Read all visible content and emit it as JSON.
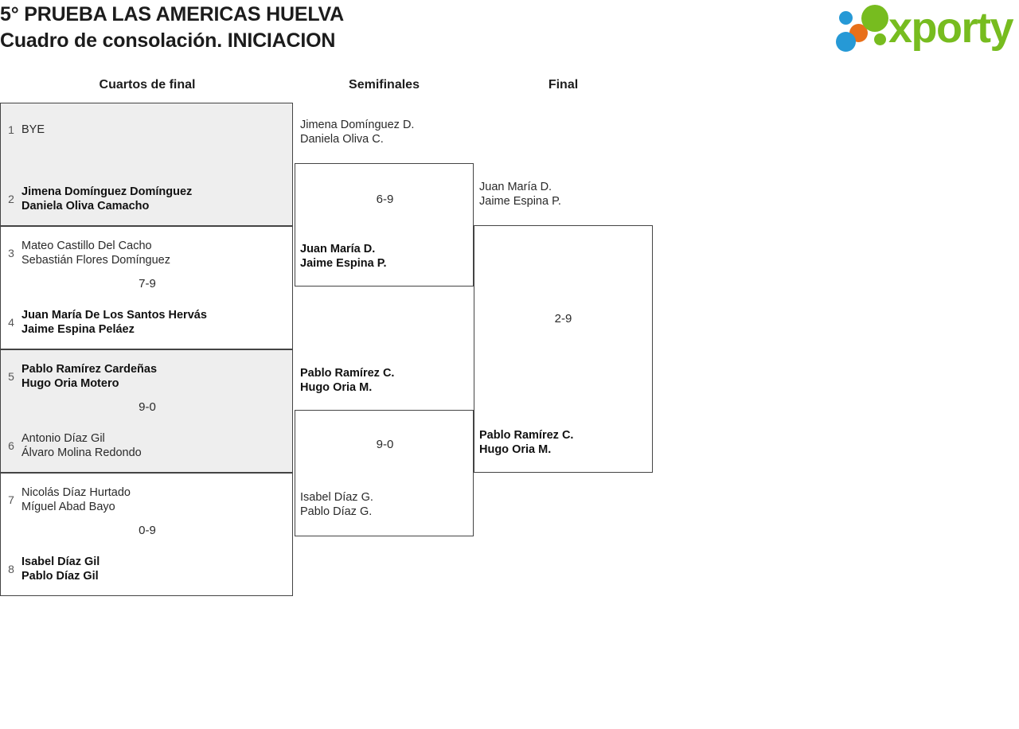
{
  "header": {
    "title": "5° PRUEBA LAS AMERICAS HUELVA\nCuadro de consolación. INICIACION",
    "logo_text": "xporty",
    "logo_colors": {
      "green": "#77bc1f",
      "blue": "#2699d6",
      "orange": "#e8701a"
    }
  },
  "bracket": {
    "round_headers": [
      "Cuartos de final",
      "Semifinales",
      "Final"
    ],
    "round1": [
      {
        "shaded": true,
        "score": "",
        "top": {
          "seed": "1",
          "names": "BYE",
          "winner": false
        },
        "bottom": {
          "seed": "2",
          "names": "Jimena Domínguez Domínguez\nDaniela Oliva Camacho",
          "winner": true
        }
      },
      {
        "shaded": false,
        "score": "7-9",
        "top": {
          "seed": "3",
          "names": "Mateo Castillo Del Cacho\nSebastián Flores Domínguez",
          "winner": false
        },
        "bottom": {
          "seed": "4",
          "names": "Juan María De Los Santos Hervás\nJaime Espina Peláez",
          "winner": true
        }
      },
      {
        "shaded": true,
        "score": "9-0",
        "top": {
          "seed": "5",
          "names": "Pablo Ramírez Cardeñas\nHugo Oria Motero",
          "winner": true
        },
        "bottom": {
          "seed": "6",
          "names": "Antonio Díaz Gil\nÁlvaro Molina Redondo",
          "winner": false
        }
      },
      {
        "shaded": false,
        "score": "0-9",
        "top": {
          "seed": "7",
          "names": "Nicolás Díaz Hurtado\nMíguel Abad Bayo",
          "winner": false
        },
        "bottom": {
          "seed": "8",
          "names": "Isabel Díaz Gil\nPablo Díaz Gil",
          "winner": true
        }
      }
    ],
    "round2": [
      {
        "score": "6-9",
        "top": {
          "names": "Jimena Domínguez D.\nDaniela Oliva C.",
          "winner": false
        },
        "bottom": {
          "names": "Juan María D.\nJaime Espina P.",
          "winner": true
        }
      },
      {
        "score": "9-0",
        "top": {
          "names": "Pablo Ramírez C.\nHugo Oria M.",
          "winner": true
        },
        "bottom": {
          "names": "Isabel Díaz G.\nPablo Díaz G.",
          "winner": false
        }
      }
    ],
    "round3": {
      "score": "2-9",
      "top": {
        "names": "Juan María D.\nJaime Espina P.",
        "winner": false
      },
      "bottom": {
        "names": "Pablo Ramírez C.\nHugo Oria M.",
        "winner": true
      }
    }
  }
}
